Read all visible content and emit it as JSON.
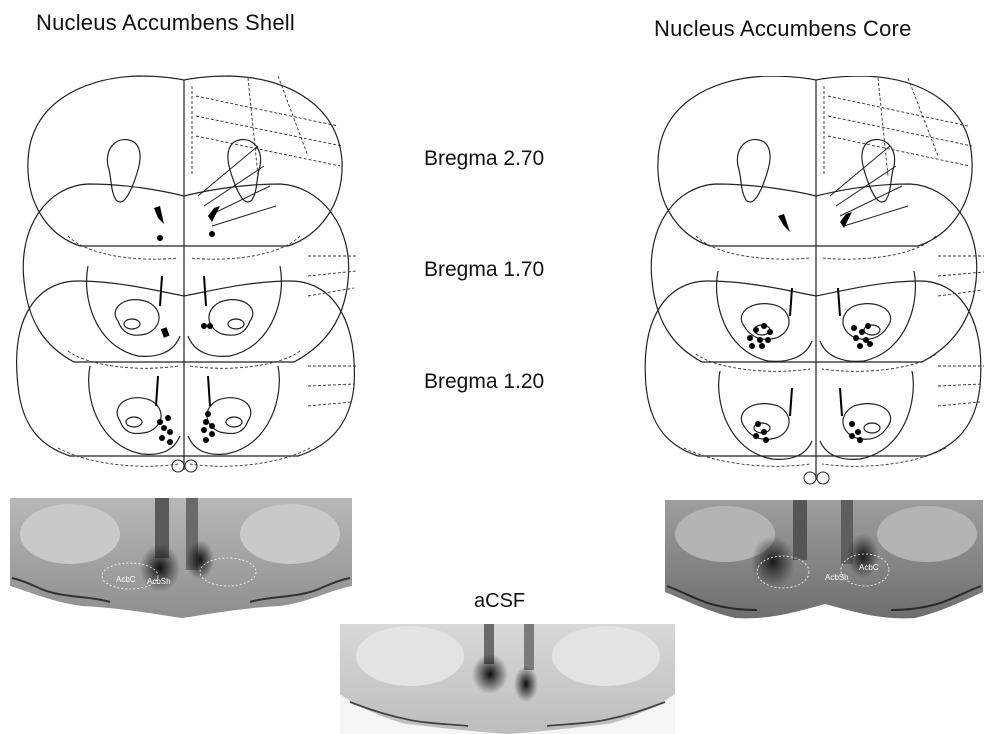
{
  "titles": {
    "left": "Nucleus Accumbens Shell",
    "right": "Nucleus Accumbens Core"
  },
  "bregma_levels": [
    {
      "label": "Bregma 2.70"
    },
    {
      "label": "Bregma 1.70"
    },
    {
      "label": "Bregma 1.20"
    }
  ],
  "photos": {
    "shell": {
      "roi_labels": [
        "AcbC",
        "AcbSh"
      ]
    },
    "core": {
      "roi_labels": [
        "AcbSh",
        "AcbC"
      ]
    },
    "control": {
      "label": "aCSF"
    }
  },
  "colors": {
    "line": "#222222",
    "marker": "#000000",
    "tissue_dark": "#3a3a3a"
  }
}
